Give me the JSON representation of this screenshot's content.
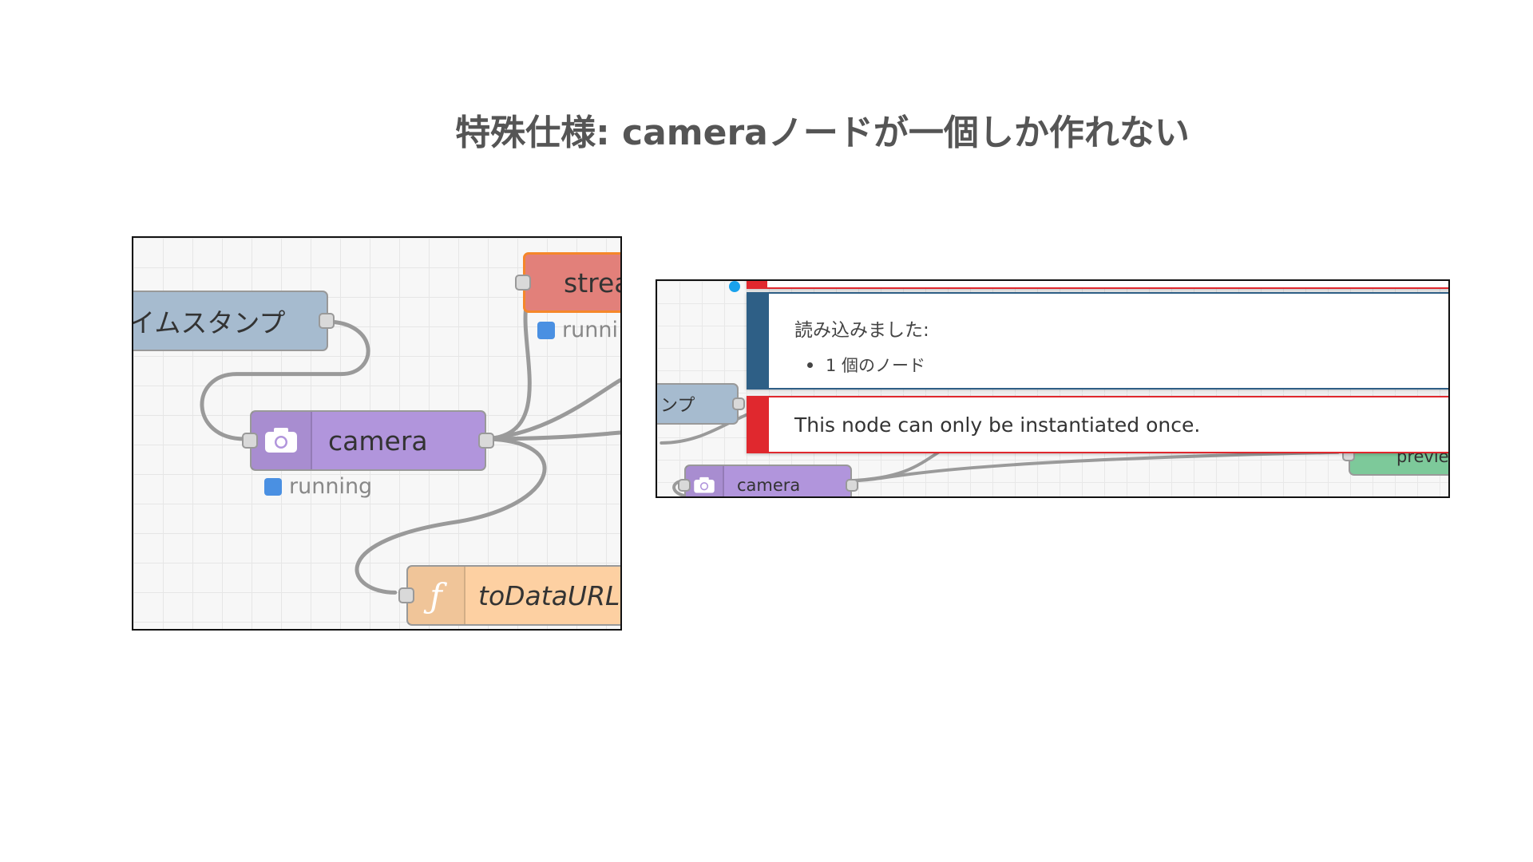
{
  "slide": {
    "title": "特殊仕様: cameraノードが一個しか作れない"
  },
  "left_panel": {
    "nodes": {
      "timestamp": {
        "label": "イムスタンプ",
        "color": "#a6bbcf"
      },
      "stream": {
        "label": "strea",
        "color": "#e2807a",
        "border_color": "#f5872a"
      },
      "camera": {
        "label": "camera",
        "color": "#b195dc",
        "icon": "camera-icon"
      },
      "todataurl": {
        "label": "toDataURL",
        "color": "#fdd0a2",
        "icon": "function-icon"
      }
    },
    "status": {
      "camera": "running",
      "stream": "runni",
      "color": "#4a90e2"
    }
  },
  "right_panel": {
    "notify_success": {
      "title": "読み込みました:",
      "items": [
        "1 個のノード"
      ],
      "bar_color": "#2e5f86"
    },
    "notify_error": {
      "message": "This node can only be instantiated once.",
      "bar_color": "#e0282e"
    },
    "nodes": {
      "timestamp": {
        "label": "ンプ",
        "color": "#a6bbcf"
      },
      "camera": {
        "label": "camera",
        "color": "#b195dc",
        "icon": "camera-icon"
      },
      "preview": {
        "label": "previe",
        "color": "#7dc99a"
      }
    }
  }
}
